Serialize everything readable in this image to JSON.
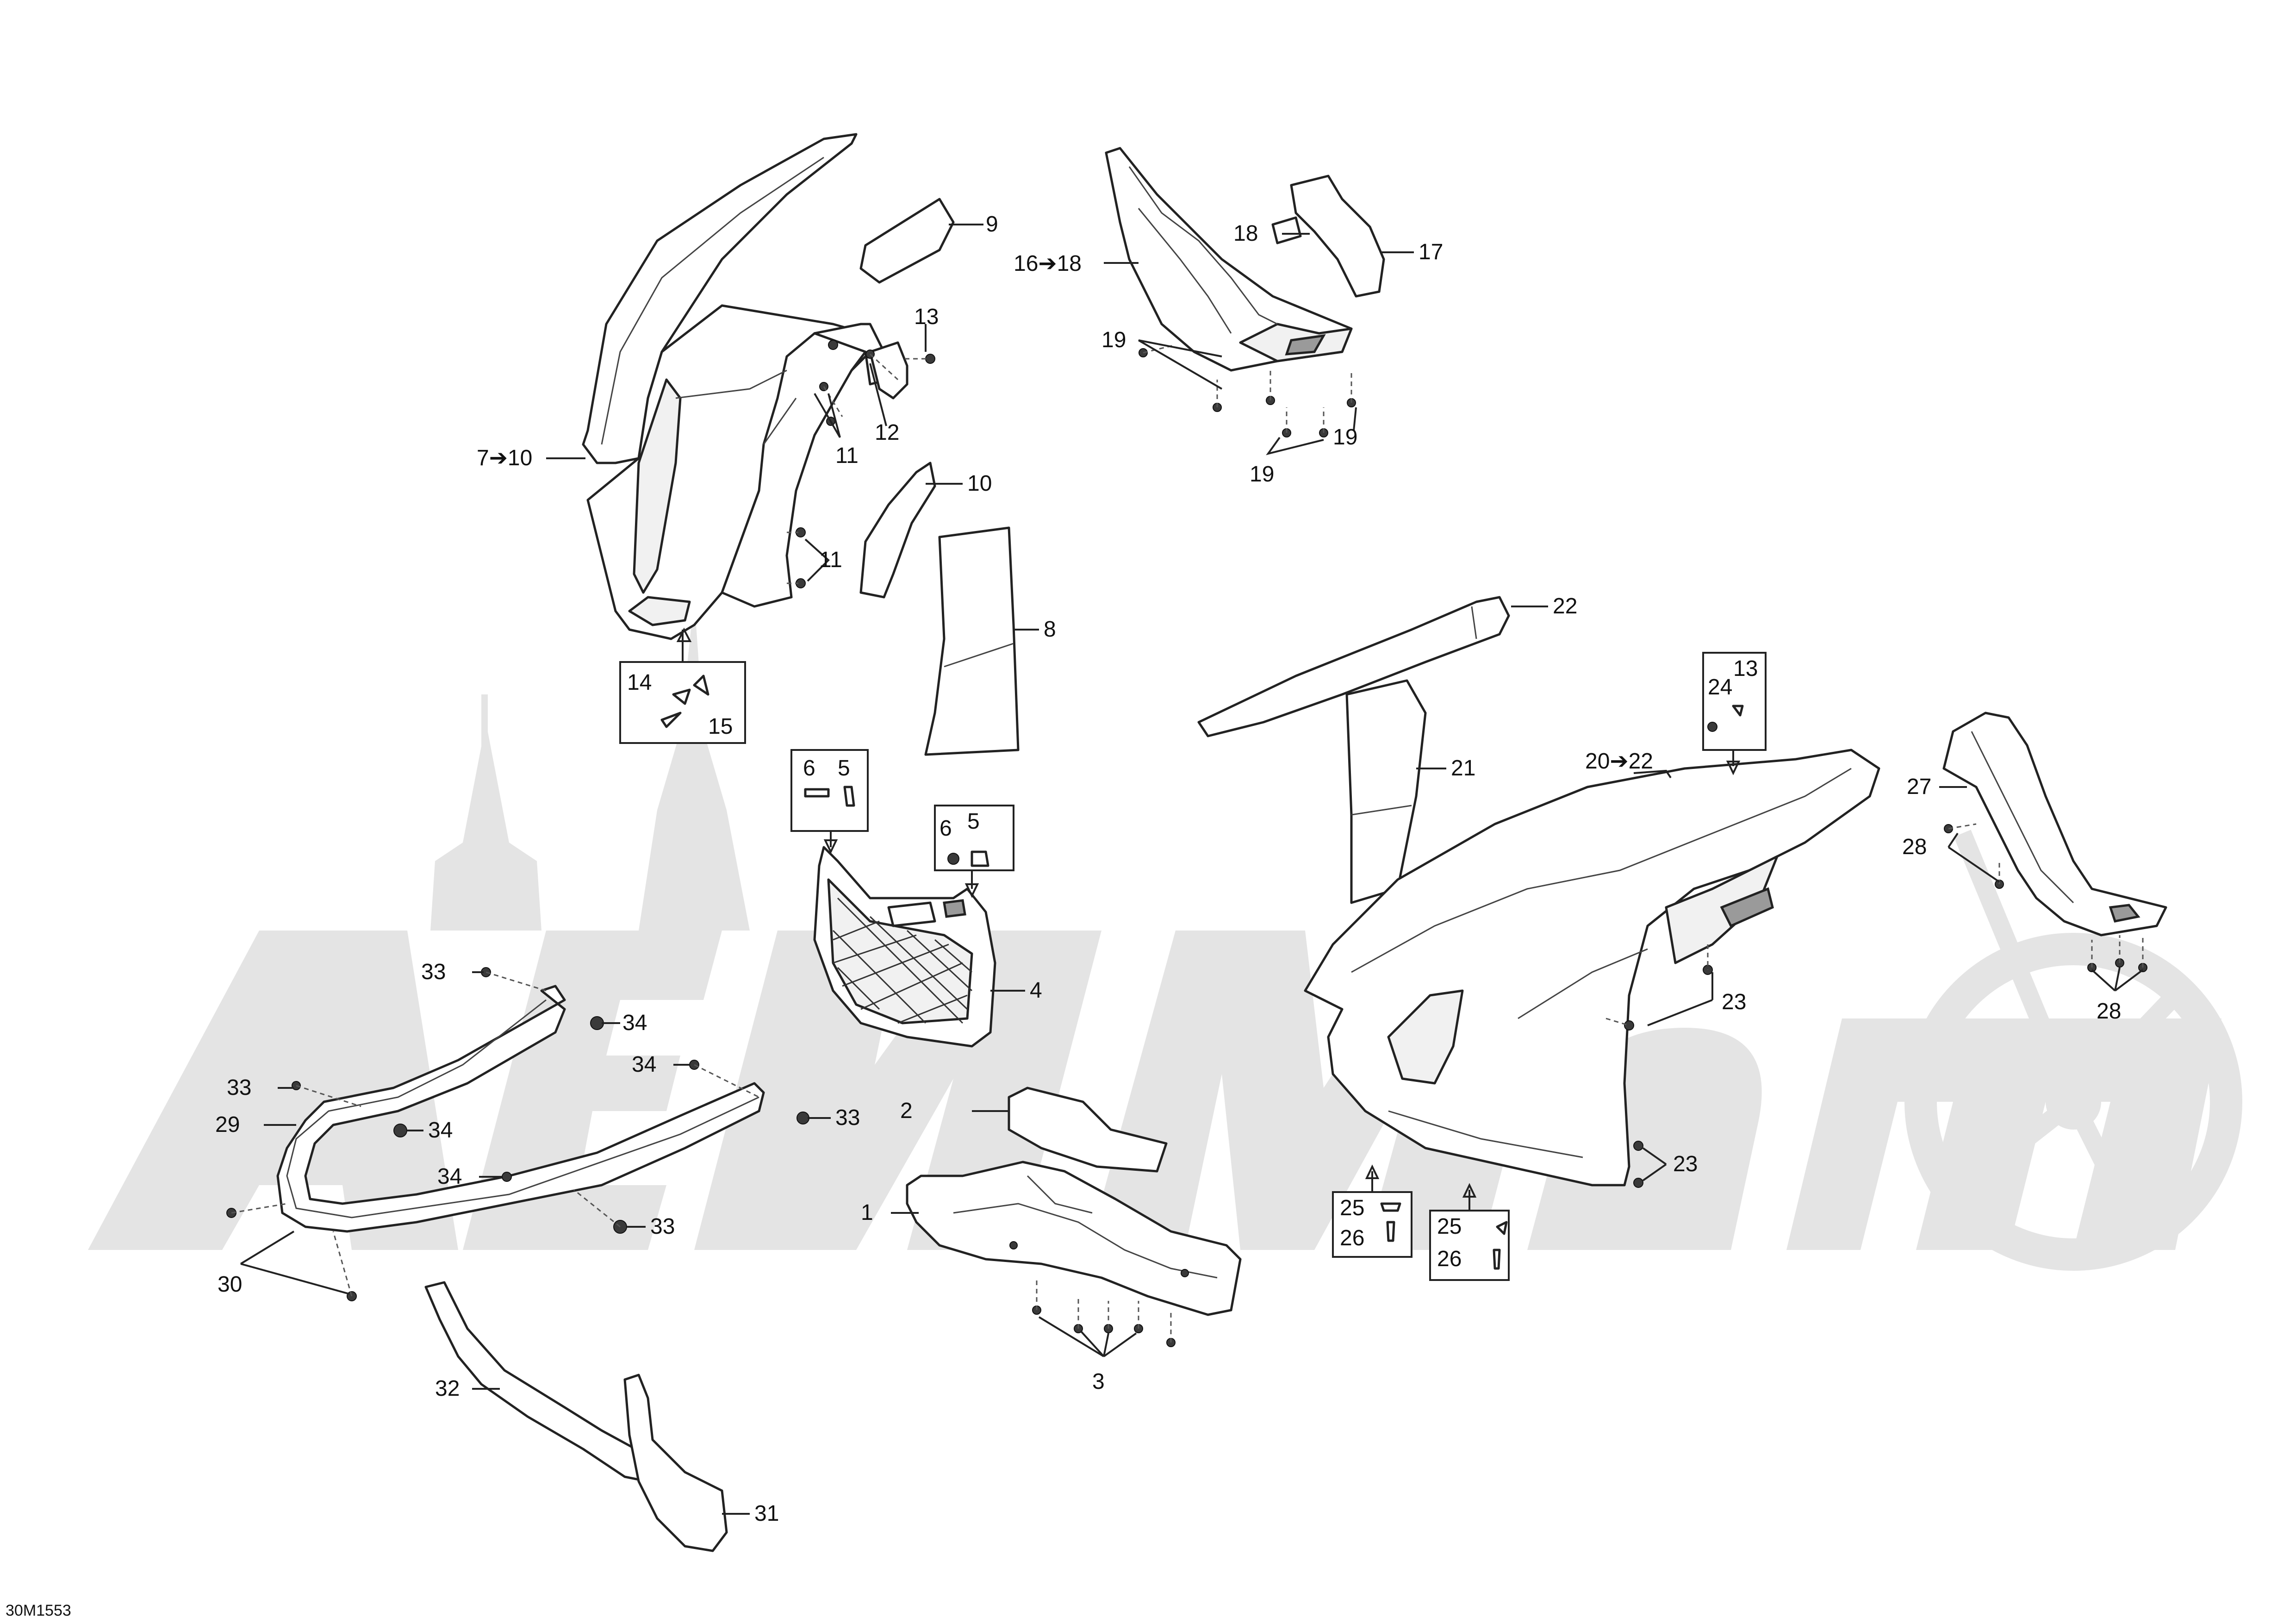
{
  "drawing_code": "30M1553",
  "watermark": "AerMoto",
  "callouts": {
    "c1": "1",
    "c2": "2",
    "c3": "3",
    "c4": "4",
    "c5a": "5",
    "c5b": "5",
    "c6a": "6",
    "c6b": "6",
    "c7": "7➔10",
    "c8": "8",
    "c9": "9",
    "c10": "10",
    "c11a": "11",
    "c11b": "11",
    "c12": "12",
    "c13a": "13",
    "c13b": "13",
    "c14": "14",
    "c15": "15",
    "c16": "16➔18",
    "c17": "17",
    "c18": "18",
    "c19a": "19",
    "c19b": "19",
    "c19c": "19",
    "c20": "20➔22",
    "c21": "21",
    "c22": "22",
    "c23a": "23",
    "c23b": "23",
    "c24": "24",
    "c25a": "25",
    "c25b": "25",
    "c26a": "26",
    "c26b": "26",
    "c27": "27",
    "c28a": "28",
    "c28b": "28",
    "c29": "29",
    "c30": "30",
    "c31": "31",
    "c32": "32",
    "c33a": "33",
    "c33b": "33",
    "c33c": "33",
    "c33d": "33",
    "c34a": "34",
    "c34b": "34",
    "c34c": "34",
    "c34d": "34"
  }
}
